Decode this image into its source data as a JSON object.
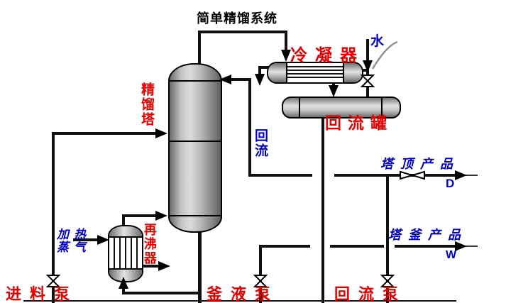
{
  "title": "简单精馏系统",
  "colors": {
    "equipment_label": "#e80000",
    "stream_label": "#0000cc",
    "pipe": "#111111",
    "background": "#ffffff"
  },
  "equipment": {
    "column": {
      "label": "精馏塔"
    },
    "condenser": {
      "label": "冷凝器"
    },
    "reflux_drum": {
      "label": "回流罐"
    },
    "reboiler": {
      "label": "再沸器"
    }
  },
  "streams": {
    "reflux": {
      "label": "回流"
    },
    "cooling_water": {
      "label": "水"
    },
    "heating_steam": {
      "line1": "加热",
      "line2": "蒸气"
    },
    "top_product": {
      "label": "塔顶产品",
      "symbol": "D"
    },
    "bottom_product": {
      "label": "塔釜产品",
      "symbol": "W"
    }
  },
  "pumps": {
    "feed": {
      "label": "进料泵"
    },
    "bottoms": {
      "label": "釜液泵"
    },
    "reflux": {
      "label": "回流泵"
    }
  }
}
